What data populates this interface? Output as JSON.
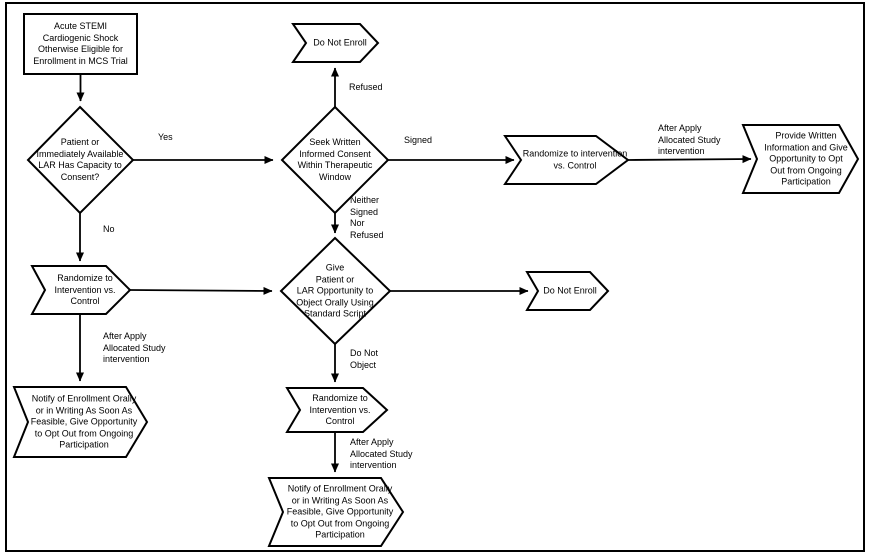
{
  "diagram": {
    "kind": "flowchart",
    "colors": {
      "line": "#000000",
      "background": "#ffffff",
      "shape_fill": "#ffffff"
    },
    "nodes": {
      "start": {
        "text": "Acute  STEMI\nCardiogenic Shock\nOtherwise Eligible for\nEnrollment in MCS Trial"
      },
      "capacity_decision": {
        "text": "Patient or\nImmediately Available\nLAR Has Capacity to\nConsent?"
      },
      "do_not_enroll_top": {
        "text": "Do Not Enroll"
      },
      "seek_consent_decision": {
        "text": "Seek Written\nInformed Consent\nWithin Therapeutic\nWindow"
      },
      "randomize_right": {
        "text": "Randomize to intervention\nvs. Control"
      },
      "provide_written": {
        "text": "Provide Written\nInformation and Give\nOpportunity to Opt\nOut from Ongoing\nParticipation"
      },
      "randomize_left": {
        "text": "Randomize to\nIntervention vs.\nControl"
      },
      "notify_left": {
        "text": "Notify of Enrollment Orally\nor in Writing As Soon As\nFeasible, Give Opportunity\nto Opt Out from Ongoing\nParticipation"
      },
      "object_decision": {
        "text": "Give\nPatient or\nLAR Opportunity to\nObject Orally Using\nStandard Script"
      },
      "do_not_enroll_mid": {
        "text": "Do Not Enroll"
      },
      "randomize_bottom": {
        "text": "Randomize to\nIntervention vs.\nControl"
      },
      "notify_bottom": {
        "text": "Notify of Enrollment Orally\nor in Writing As Soon As\nFeasible, Give Opportunity\nto Opt Out from Ongoing\nParticipation"
      }
    },
    "edge_labels": {
      "yes": "Yes",
      "no": "No",
      "refused": "Refused",
      "signed": "Signed",
      "neither_signed_nor_refused": "Neither\nSigned\nNor\nRefused",
      "after_apply_right": "After Apply\nAllocated Study\nintervention",
      "after_apply_left": "After Apply\nAllocated Study\nintervention",
      "do_not_object": "Do Not\nObject",
      "after_apply_bottom": "After Apply\nAllocated Study\nintervention"
    }
  }
}
